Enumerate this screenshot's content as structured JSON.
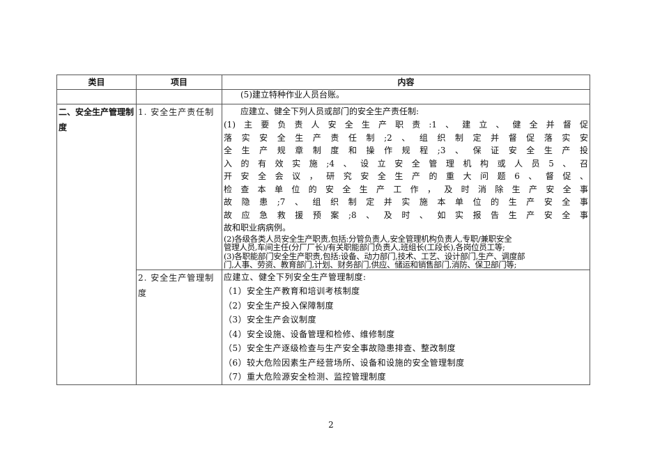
{
  "table": {
    "headers": {
      "category": "类目",
      "item": "项目",
      "content": "内容"
    },
    "continuation_row": {
      "category": "",
      "item": "",
      "content": "(5)建立特种作业人员台账。"
    },
    "section": {
      "category": "二、安全生产管理制度",
      "rows": [
        {
          "item": "1. 安全生产责任制",
          "intro": "应建立、健全下列人员或部门的安全生产责任制:",
          "justified_lines": [
            "(1)主要负责人安全生产职责:1、建立、健全并督促",
            "落实安全生产责任制;2、组织制定并督促落实安",
            "全生产规章制度和操作规程;3、保证安全生产投",
            "入的有效实施;4、设立安全管理机构或人员5、召",
            "开安全会议，研究安全生产的重大问题6、督促、",
            "检查本单位的安全生产工作，及时消除生产安全事",
            "故隐患;7、组织制定并实施本单位的生产安全事",
            "故应急救援预案;8、及时、如实报告生产安全事",
            "故和职业病病例。"
          ],
          "dense_lines": [
            "(2)各级各类人员安全生产职责,包括:分管负责人,安全管理机构负责人,专职/兼职安全",
            "管理人员,车间主任(分厂厂长)/有关职能部门负责人,班组长(工段长),各岗位员工等;",
            "(3)各职能部门安全生产职责,包括:设备、动力部门,技术、工艺、设计部门,生产、调度部",
            "门,人事、劳资、教育部门,计划、财务部门,供应、储运和销售部门,消防、保卫部门等;"
          ]
        },
        {
          "item": "2. 安全生产管理制度",
          "intro": "应建立、健全下列安全生产管理制度:",
          "list": [
            "（1）安全生产教育和培训考核制度",
            "（2）安全生产投入保障制度",
            "（3）安全生产会议制度",
            "（4）安全设施、设备管理和检修、维修制度",
            "（5）安全生产逐级检查与生产安全事故隐患排查、整改制度",
            "（6）较大危险因素生产经营场所、设备和设施的安全管理制度",
            "（7）重大危险源安全检测、监控管理制度"
          ]
        }
      ]
    }
  },
  "footer": {
    "page_number": "2"
  }
}
